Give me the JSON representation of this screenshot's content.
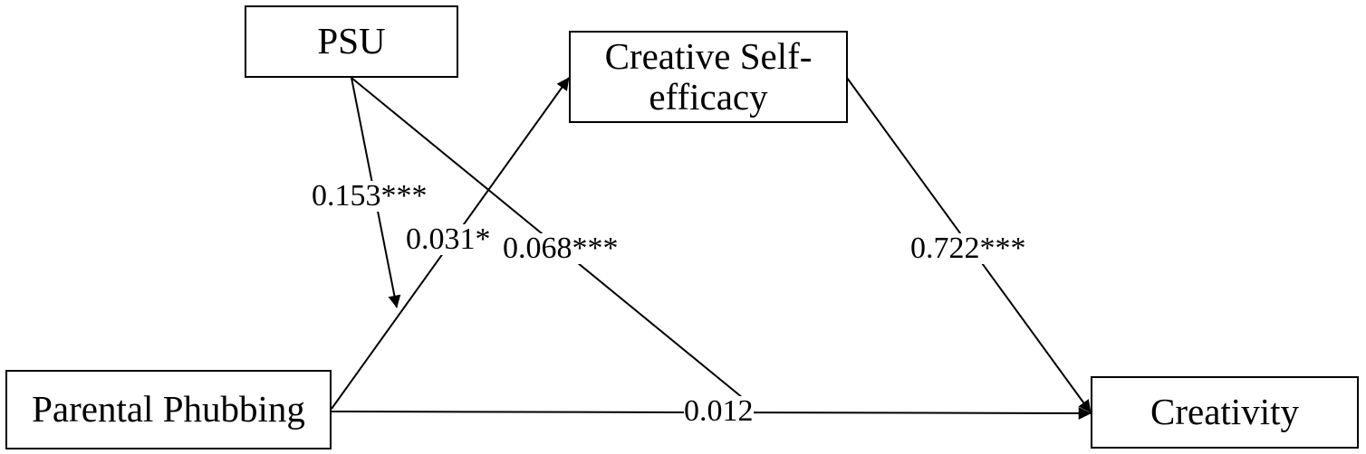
{
  "nodes": {
    "psu": "PSU",
    "cse": "Creative Self-\nefficacy",
    "pp": "Parental Phubbing",
    "creativity": "Creativity"
  },
  "paths": {
    "psu_to_pp_link": "0.153***",
    "pp_to_cse": "0.031*",
    "psu_to_creativity": "0.068***",
    "cse_to_creativity": "0.722***",
    "pp_to_creativity": "0.012"
  }
}
